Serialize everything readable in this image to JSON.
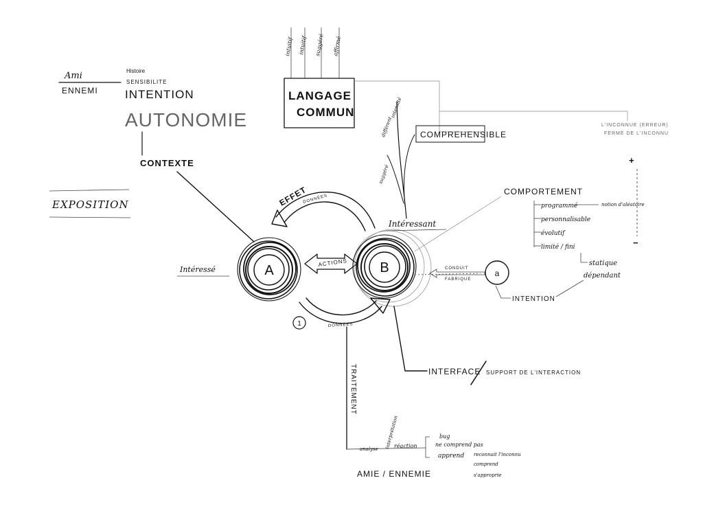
{
  "nodes": {
    "a": "A",
    "b": "B",
    "small_a": "a"
  },
  "top_left": {
    "ami": "Ami",
    "ennemi": "ENNEMI",
    "histoire": "Histoire",
    "sensibilite": "SENSIBILITE",
    "intention": "INTENTION",
    "autonomie": "AUTONOMIE",
    "contexte": "CONTEXTE"
  },
  "exposition": "EXPOSITION",
  "langage": {
    "line1": "LANGAGE",
    "line2": "COMMUN",
    "top_words": [
      "intuitif",
      "intuitif",
      "suggéré",
      "affirmé"
    ]
  },
  "comprehensible": {
    "label": "COMPREHENSIBLE",
    "branch_words": [
      "différent",
      "intensité",
      "suggéré"
    ]
  },
  "top_right_note": {
    "line1": "L'INCONNUE (ERREUR)",
    "line2": "FERMÉ DE L'INCONNU"
  },
  "effet": {
    "label": "EFFET",
    "sub": "DONNÉES"
  },
  "actions": "ACTIONS",
  "interesse": "Intéressé",
  "interessant": "Intéressant",
  "comportement": {
    "title": "COMPORTEMENT",
    "items": [
      "programmé",
      "personnalisable",
      "évolutif",
      "limité / fini"
    ],
    "programme_note": "notion d'aléatoire",
    "statique": "statique",
    "dependant": "dépendant",
    "scale_plus": "+",
    "scale_minus": "−"
  },
  "conduit": {
    "line1": "CONDUIT",
    "line2": "FABRIQUE"
  },
  "intention_bottom": "INTENTION",
  "donnees": {
    "label": "DONNÉES",
    "number": "1"
  },
  "traitement": "TRAITEMENT",
  "interface": {
    "left": "INTERFACE",
    "right": "SUPPORT DE L'INTERACTION"
  },
  "analysis": {
    "analyse": "analyse",
    "interpretation": "interprétation",
    "reaction": "réaction",
    "branches": [
      "bug",
      "ne comprend pas",
      "apprend"
    ],
    "apprend_items": [
      "reconnait l'inconnu",
      "comprend",
      "s'approprie"
    ],
    "result": "AMIE / ENNEMIE"
  }
}
